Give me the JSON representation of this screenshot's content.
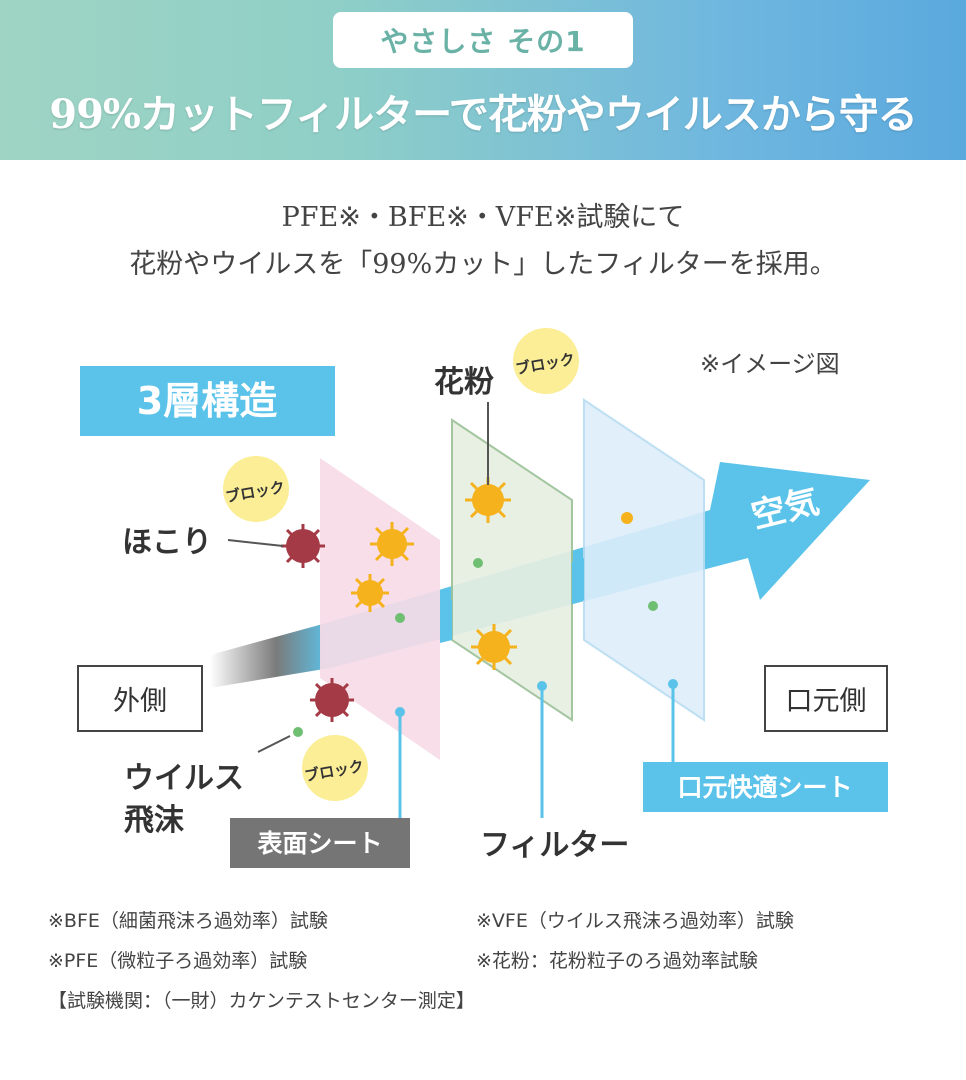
{
  "banner": {
    "badge": "やさしさ その1",
    "headline": "99%カットフィルターで花粉やウイルスから守る"
  },
  "intro": {
    "line1": "PFE※・BFE※・VFE※試験にて",
    "line2": "花粉やウイルスを「99%カット」したフィルターを採用。"
  },
  "diagram": {
    "image_note": "※イメージ図",
    "structure_label": "3層構造",
    "pollen_label": "花粉",
    "dust_label": "ほこり",
    "virus_label_line1": "ウイルス",
    "virus_label_line2": "飛沫",
    "block_label": "ブロック",
    "air_label": "空気",
    "outside_label": "外側",
    "mouth_side_label": "口元側",
    "surface_sheet_label": "表面シート",
    "filter_label": "フィルター",
    "comfort_sheet_label": "口元快適シート",
    "colors": {
      "accent_blue": "#5bc3ea",
      "layer_pink": "#f6dbe6",
      "layer_green": "#e7efe2",
      "layer_blue": "#ddeefa",
      "pollen": "#f5b21d",
      "dust": "#a33a45",
      "block_badge": "#fbee96"
    }
  },
  "footnotes": {
    "bfe": "※BFE（細菌飛沫ろ過効率）試験",
    "vfe": "※VFE（ウイルス飛沫ろ過効率）試験",
    "pfe": "※PFE（微粒子ろ過効率）試験",
    "pollen": "※花粉：花粉粒子のろ過効率試験",
    "org": "【試験機関：（一財）カケンテストセンター測定】"
  }
}
